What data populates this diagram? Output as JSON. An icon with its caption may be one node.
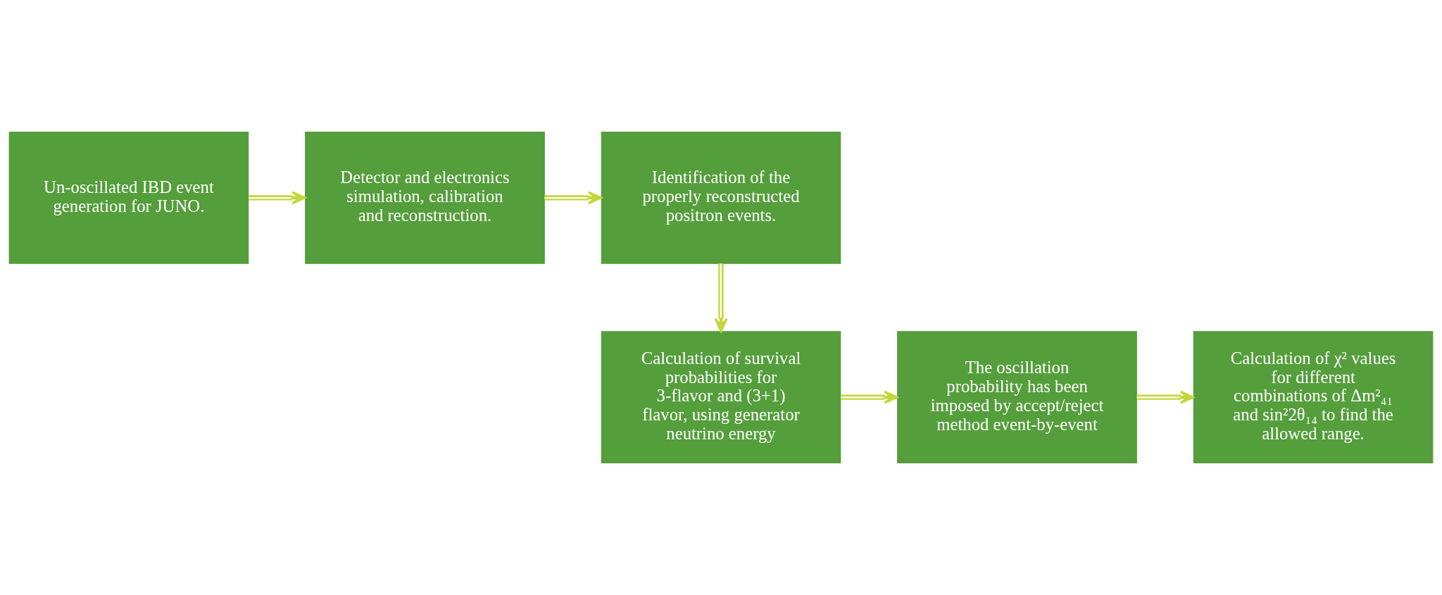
{
  "diagram": {
    "nodes": [
      {
        "text": [
          "Un-oscillated IBD event generation for JUNO."
        ]
      },
      {
        "text": [
          "Detector and electronics simulation, calibration and reconstruction."
        ]
      },
      {
        "text": [
          "Identification of the properly reconstructed positron events."
        ]
      },
      {
        "text": [
          "Calculation of survival probabilities for 3-flavor and (3+1) flavor, using generator neutrino energy"
        ]
      },
      {
        "text": [
          "The oscillation probability has been imposed by accept/reject method event-by-event"
        ]
      },
      {
        "text": [
          "Calculation of χ² values for different combinations of Δm²₄₁ and sin²2θ₁₄ to find the allowed range."
        ]
      }
    ],
    "edges": [
      {
        "from": 0,
        "to": 1,
        "arrow": "to"
      },
      {
        "from": 1,
        "to": 2,
        "arrow": "to"
      },
      {
        "from": 2,
        "to": 3,
        "arrow": "to"
      },
      {
        "from": 3,
        "to": 4,
        "arrow": "to"
      },
      {
        "from": 4,
        "to": 5,
        "arrow": "to"
      }
    ]
  }
}
